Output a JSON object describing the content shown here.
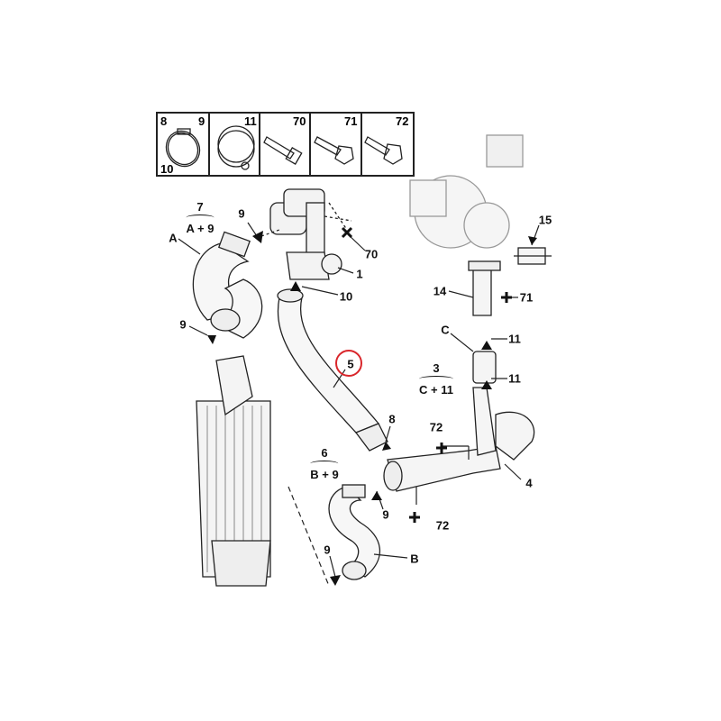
{
  "legend": {
    "cells": [
      {
        "top_left": "8",
        "top_right": "9",
        "bottom_left": "10",
        "icon": "hose-clamp-icon"
      },
      {
        "top_right": "11",
        "icon": "band-clamp-icon"
      },
      {
        "top_right": "70",
        "icon": "socket-cap-bolt-icon"
      },
      {
        "top_right": "71",
        "icon": "hex-flange-bolt-icon"
      },
      {
        "top_right": "72",
        "icon": "hex-bolt-icon"
      }
    ]
  },
  "kits": [
    {
      "number": "7",
      "content": "A + 9"
    },
    {
      "number": "3",
      "content": "C + 11"
    },
    {
      "number": "6",
      "content": "B + 9"
    }
  ],
  "callouts": {
    "c9a": "9",
    "cA": "A",
    "c70": "70",
    "c1": "1",
    "c10": "10",
    "c9b": "9",
    "c15": "15",
    "c14": "14",
    "c71": "71",
    "cC": "C",
    "c11a": "11",
    "c5": "5",
    "c11b": "11",
    "c8": "8",
    "c72a": "72",
    "c4": "4",
    "c9c": "9",
    "c72b": "72",
    "c9d": "9",
    "cB": "B"
  },
  "highlight_color": "#d9262b"
}
